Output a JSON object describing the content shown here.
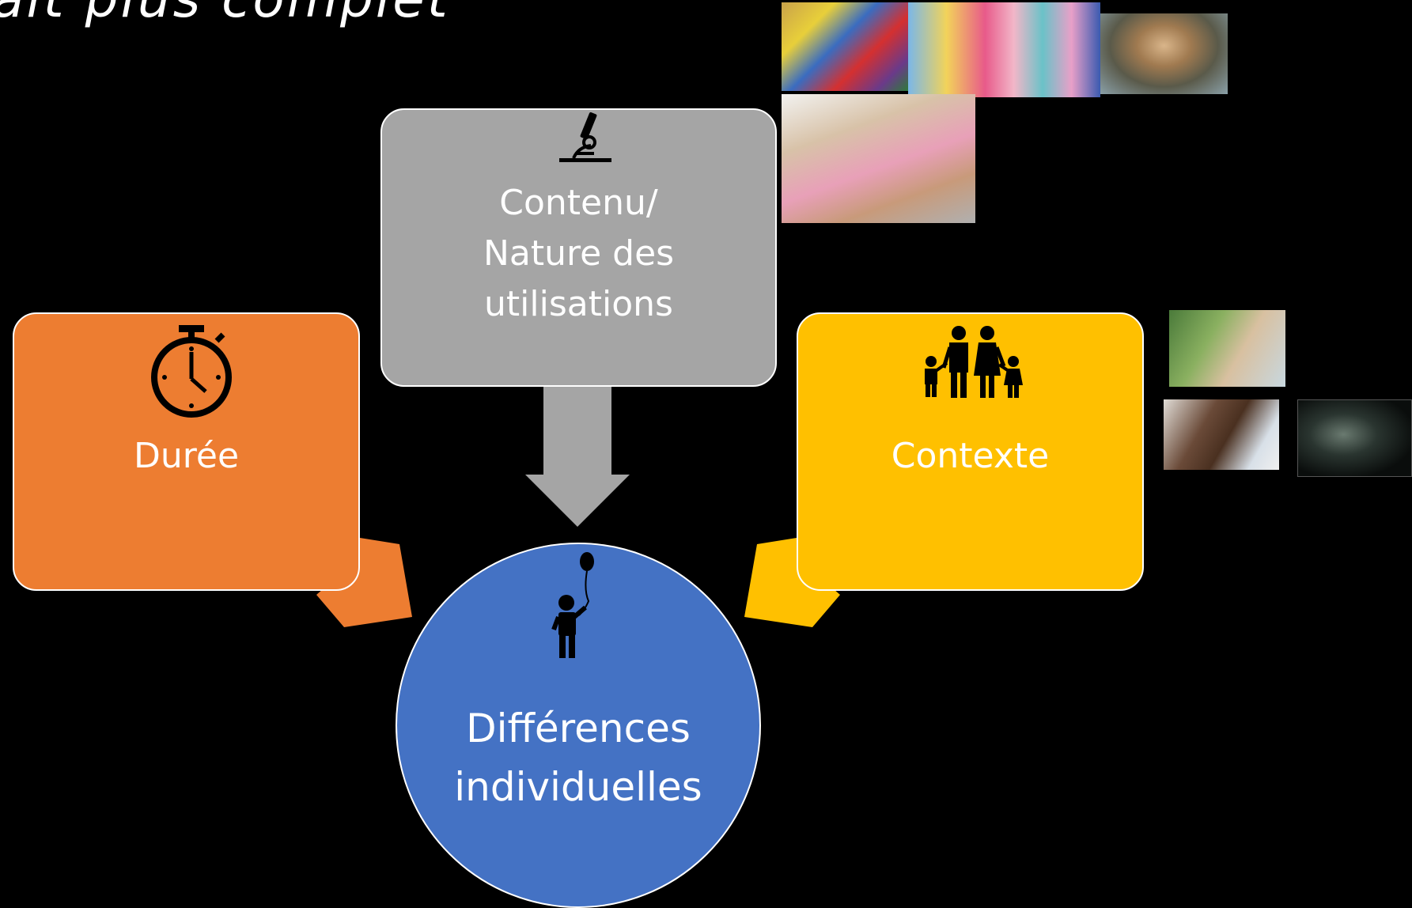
{
  "title": "ait plus complet",
  "colors": {
    "duree": "#ED7D31",
    "contenu": "#A5A5A5",
    "contexte": "#FFC000",
    "circle": "#4472C4",
    "arrow_gray": "#A5A5A5"
  },
  "duree": {
    "label": "Durée",
    "icon": "stopwatch-icon"
  },
  "contenu": {
    "line1": "Contenu/",
    "line2": "Nature des",
    "line3": "utilisations",
    "icon": "microscope-icon"
  },
  "contexte": {
    "label": "Contexte",
    "icon": "family-icon"
  },
  "center": {
    "line1": "Différences",
    "line2": "individuelles",
    "icon": "child-with-balloon-icon"
  }
}
